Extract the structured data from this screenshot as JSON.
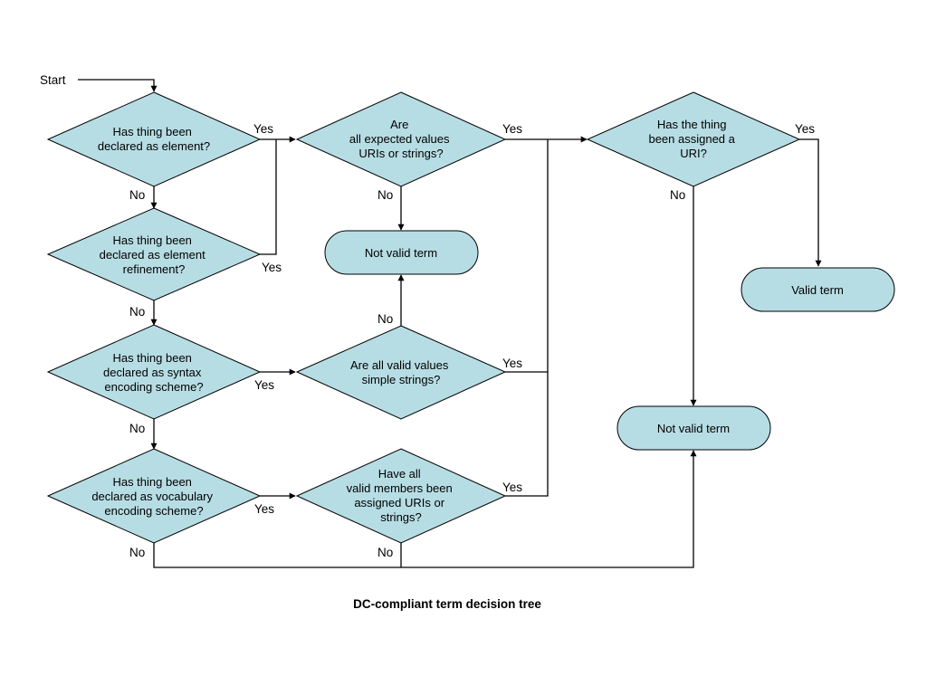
{
  "diagram": {
    "start_label": "Start",
    "caption": "DC-compliant term decision tree",
    "colors": {
      "shape_fill": "#b7dde4",
      "stroke": "#000000",
      "background": "#ffffff"
    },
    "nodes": {
      "q_element": [
        "Has thing been",
        "declared as element?"
      ],
      "q_refinement": [
        "Has thing been",
        "declared as element",
        "refinement?"
      ],
      "q_syntax": [
        "Has thing been",
        "declared as syntax",
        "encoding scheme?"
      ],
      "q_vocabulary": [
        "Has thing been",
        "declared as vocabulary",
        "encoding scheme?"
      ],
      "q_expected_values": [
        "Are",
        "all expected values",
        "URIs or strings?"
      ],
      "q_simple_strings": [
        "Are all valid values",
        "simple strings?"
      ],
      "q_members": [
        "Have all",
        "valid members been",
        "assigned URIs or",
        "strings?"
      ],
      "q_uri": [
        "Has the thing",
        "been assigned a",
        "URI?"
      ],
      "t_not_valid_1": [
        "Not valid term"
      ],
      "t_valid": [
        "Valid term"
      ],
      "t_not_valid_2": [
        "Not valid term"
      ]
    },
    "edge_labels": {
      "element_yes": "Yes",
      "element_no": "No",
      "refinement_yes": "Yes",
      "refinement_no": "No",
      "syntax_yes": "Yes",
      "syntax_no": "No",
      "vocabulary_yes": "Yes",
      "vocabulary_no": "No",
      "expected_yes": "Yes",
      "expected_no": "No",
      "simple_yes": "Yes",
      "simple_no": "No",
      "members_yes": "Yes",
      "members_no": "No",
      "uri_yes": "Yes",
      "uri_no": "No"
    }
  }
}
